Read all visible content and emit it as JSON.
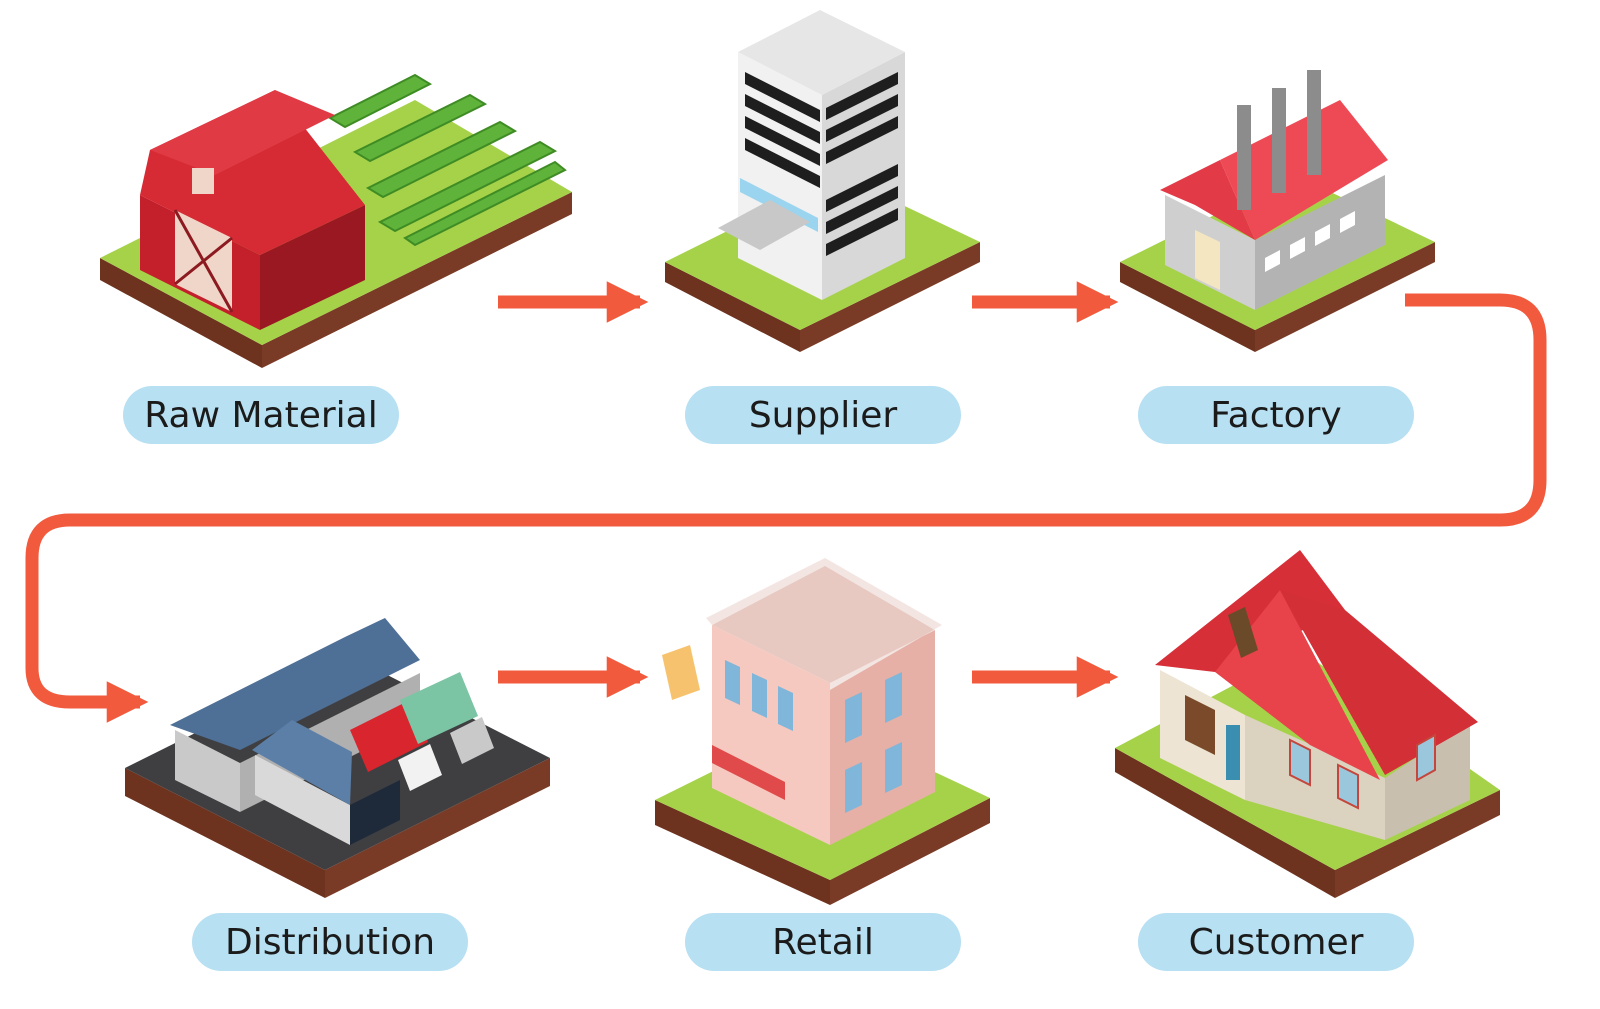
{
  "stages": [
    {
      "label": "Raw Material",
      "icon": "barn-farm-icon"
    },
    {
      "label": "Supplier",
      "icon": "office-tower-icon"
    },
    {
      "label": "Factory",
      "icon": "factory-icon"
    },
    {
      "label": "Distribution",
      "icon": "warehouse-trucks-icon"
    },
    {
      "label": "Retail",
      "icon": "retail-shop-icon"
    },
    {
      "label": "Customer",
      "icon": "customer-house-icon"
    }
  ],
  "colors": {
    "arrow": "#f25a3d",
    "label_bg": "#b7e0f2",
    "grass": "#a6d24a",
    "soil": "#7a3b26"
  }
}
